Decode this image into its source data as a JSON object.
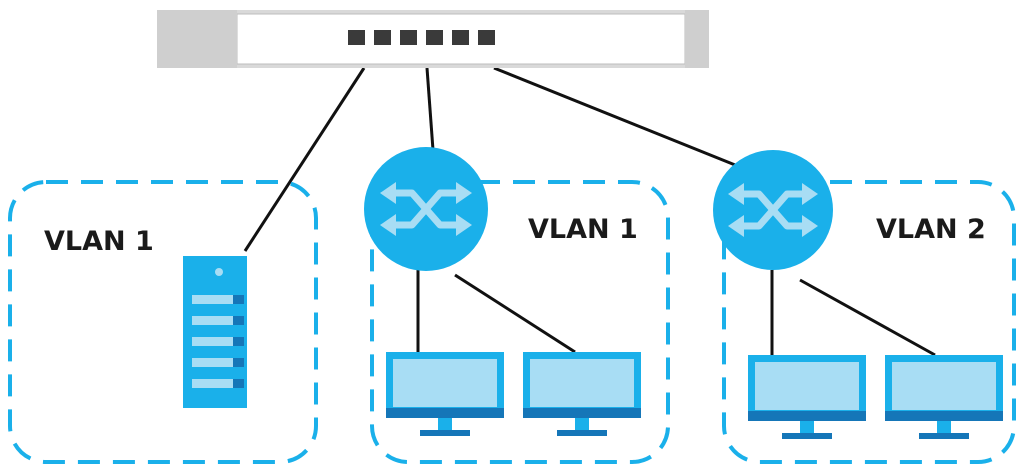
{
  "diagram": {
    "device_top": "gateway-router",
    "groups": [
      {
        "label": "VLAN 1",
        "devices": [
          "server"
        ]
      },
      {
        "label": "VLAN 1",
        "devices": [
          "switch",
          "computer",
          "computer"
        ]
      },
      {
        "label": "VLAN 2",
        "devices": [
          "switch",
          "computer",
          "computer"
        ]
      }
    ],
    "colors": {
      "accent": "#1ab0ea",
      "accent_light": "#a8ddf4",
      "dark_blue": "#1576b8",
      "line": "#111111",
      "router_gray": "#d9d9d9"
    }
  }
}
